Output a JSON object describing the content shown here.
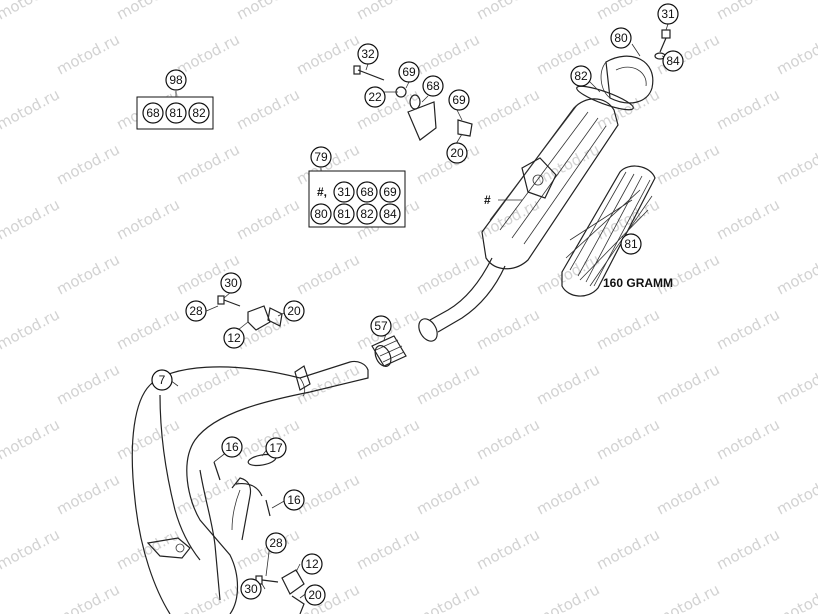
{
  "diagram": {
    "watermark": "motod.ru",
    "kits": {
      "k98": {
        "number": "98",
        "items": [
          "68",
          "81",
          "82"
        ]
      },
      "k79": {
        "number": "79",
        "hash": "#,",
        "row1": [
          "31",
          "68",
          "69"
        ],
        "row2": [
          "80",
          "81",
          "82",
          "84"
        ]
      }
    },
    "callouts": {
      "c31": "31",
      "c80": "80",
      "c84": "84",
      "c82": "82",
      "c81": "81",
      "c32": "32",
      "c22": "22",
      "c69a": "69",
      "c68": "68",
      "c69b": "69",
      "c20a": "20",
      "c30a": "30",
      "c28a": "28",
      "c12a": "12",
      "c20b": "20",
      "c57": "57",
      "c7": "7",
      "c16a": "16",
      "c17": "17",
      "c16b": "16",
      "c28b": "28",
      "c12b": "12",
      "c30b": "30",
      "c20c": "20"
    },
    "labels": {
      "hash_label": "#",
      "filling_note": "160 GRAMM"
    }
  }
}
